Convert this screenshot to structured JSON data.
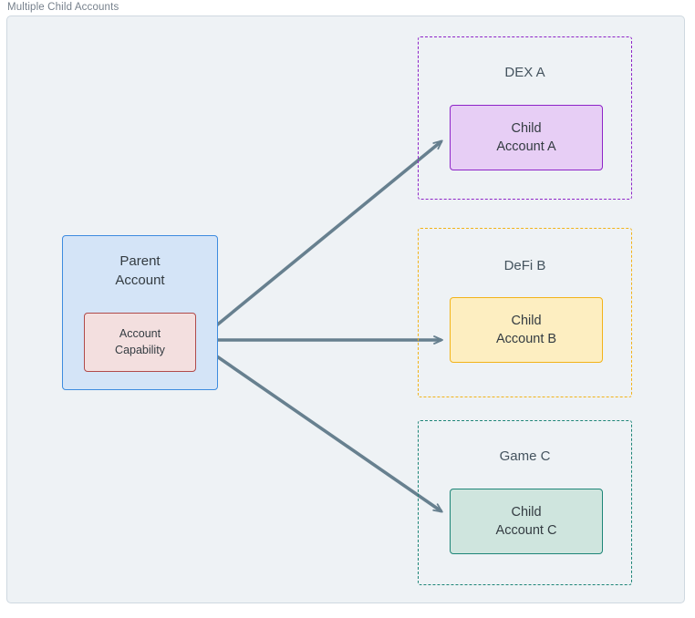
{
  "frame": {
    "caption": "Multiple Child Accounts",
    "background": "#eef2f5",
    "border_color": "#cfd8e0"
  },
  "diagram": {
    "type": "flowchart",
    "direction": "left-to-right",
    "edge_color": "#67808f"
  },
  "parent": {
    "label_line1": "Parent",
    "label_line2": "Account",
    "fill": "#d4e4f7",
    "stroke": "#3d8bdf",
    "capability": {
      "label_line1": "Account",
      "label_line2": "Capability",
      "fill": "#f3dfdf",
      "stroke": "#b04a4a"
    }
  },
  "clusters": [
    {
      "title": "DEX A",
      "stroke": "#8e24c8",
      "child": {
        "label_line1": "Child",
        "label_line2": "Account A",
        "fill": "#e7cef5",
        "stroke": "#8e24c8"
      }
    },
    {
      "title": "DeFi B",
      "stroke": "#f2b319",
      "child": {
        "label_line1": "Child",
        "label_line2": "Account B",
        "fill": "#fdeec1",
        "stroke": "#f2b319"
      }
    },
    {
      "title": "Game C",
      "stroke": "#1d8577",
      "child": {
        "label_line1": "Child",
        "label_line2": "Account C",
        "fill": "#cfe5de",
        "stroke": "#1d8577"
      }
    }
  ],
  "edges": [
    {
      "from": "Account Capability",
      "to": "Child Account A",
      "label": ""
    },
    {
      "from": "Account Capability",
      "to": "Child Account B",
      "label": ""
    },
    {
      "from": "Account Capability",
      "to": "Child Account C",
      "label": ""
    }
  ]
}
